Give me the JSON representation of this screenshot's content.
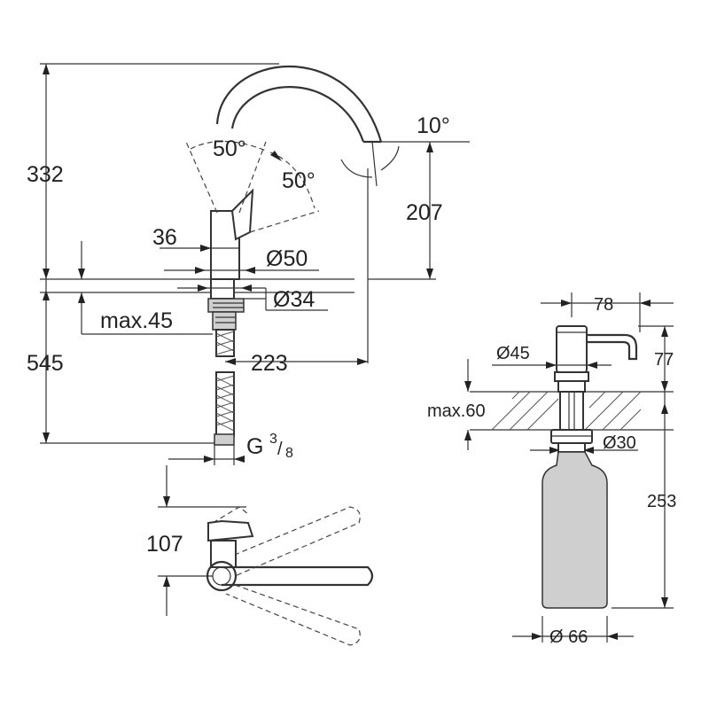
{
  "faucet_dimensions": {
    "total_height": "332",
    "spout_height": "207",
    "spout_angle": "10°",
    "handle_angle_left": "50°",
    "handle_angle_right": "50°",
    "handle_offset": "36",
    "base_diameter": "Ø50",
    "hole_diameter": "Ø34",
    "max_counter_thickness": "max.45",
    "hose_length": "545",
    "spout_reach": "223",
    "connection_thread": "G",
    "thread_numerator": "3",
    "thread_slash": "/",
    "thread_denominator": "8"
  },
  "top_view": {
    "swivel_offset": "107"
  },
  "dispenser_dimensions": {
    "pump_reach": "78",
    "head_diameter": "Ø45",
    "head_height": "77",
    "max_counter_thickness": "max.60",
    "hole_diameter": "Ø30",
    "total_length": "253",
    "bottle_diameter": "Ø 66"
  }
}
